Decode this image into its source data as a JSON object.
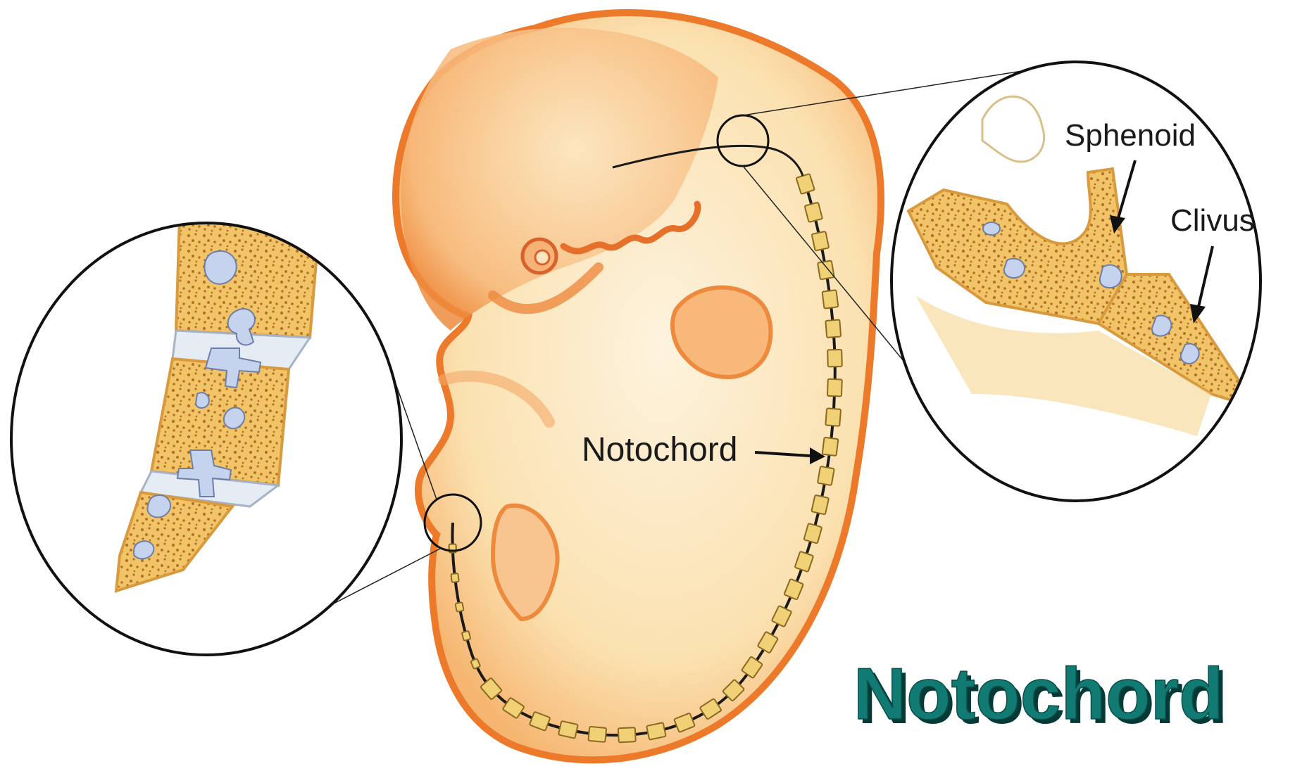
{
  "labels": {
    "notochord_arrow": "Notochord",
    "sphenoid": "Sphenoid",
    "clivus": "Clivus"
  },
  "title": "Notochord",
  "colors": {
    "embryo_outline": "#ee7f2f",
    "embryo_fill": "#fbe3b5",
    "embryo_inner": "#fdf0d8",
    "bone_fill": "#f2c468",
    "bone_pores": "#c07a2a",
    "cavity": "#b8c8e8",
    "title_fill": "#117a73",
    "title_shadow": "#033a36"
  },
  "icons": {
    "arrow": "arrow-right-icon",
    "magnifier": "circle-zoom-icon"
  }
}
